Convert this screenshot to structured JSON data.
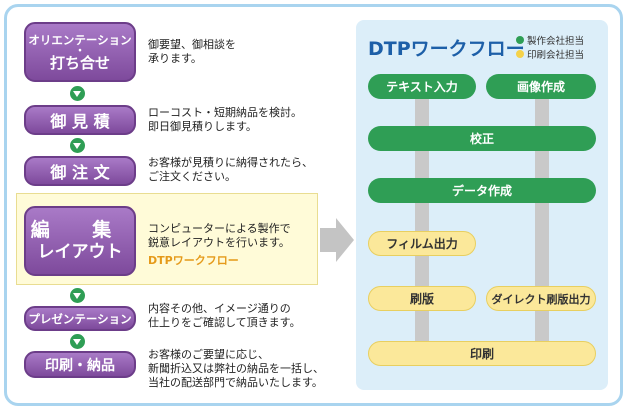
{
  "steps": [
    {
      "label_line1": "オリエンテーション",
      "label_line2": "打ち合せ",
      "desc": [
        "御要望、御相談を",
        "承ります。"
      ]
    },
    {
      "label": "御 見 積",
      "desc": [
        "ローコスト・短期納品を検討。",
        "即日御見積りします。"
      ]
    },
    {
      "label": "御 注 文",
      "desc": [
        "お客様が見積りに納得されたら、",
        "ご注文ください。"
      ]
    },
    {
      "label_line1": "編 集",
      "label_line2": "レイアウト",
      "desc": [
        "コンピューターによる製作で",
        "鋭意レイアウトを行います。"
      ],
      "link": "DTPワークフロー"
    },
    {
      "label": "プレゼンテーション",
      "desc": [
        "内容その他、イメージ通りの",
        "仕上りをご確認して頂きます。"
      ]
    },
    {
      "label": "印刷・納品",
      "desc": [
        "お客様のご要望に応じ、",
        "新聞折込又は弊社の納品を一括し、",
        "当社の配送部門で納品いたします。"
      ]
    }
  ],
  "workflow": {
    "title": "DTPワークフロー",
    "legend": [
      {
        "label": "製作会社担当",
        "color": "#2f9e55"
      },
      {
        "label": "印刷会社担当",
        "color": "#f5d24a"
      }
    ],
    "nodes": {
      "text_input": "テキスト入力",
      "image_creation": "画像作成",
      "proofreading": "校正",
      "data_creation": "データ作成",
      "film_output": "フィルム出力",
      "plate_making": "刷版",
      "direct_plate": "ダイレクト刷版出力",
      "printing": "印刷"
    }
  }
}
